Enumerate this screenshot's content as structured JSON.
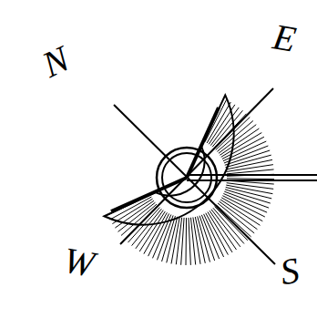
{
  "diagram": {
    "labels": [
      "N",
      "E",
      "W",
      "S"
    ]
  }
}
